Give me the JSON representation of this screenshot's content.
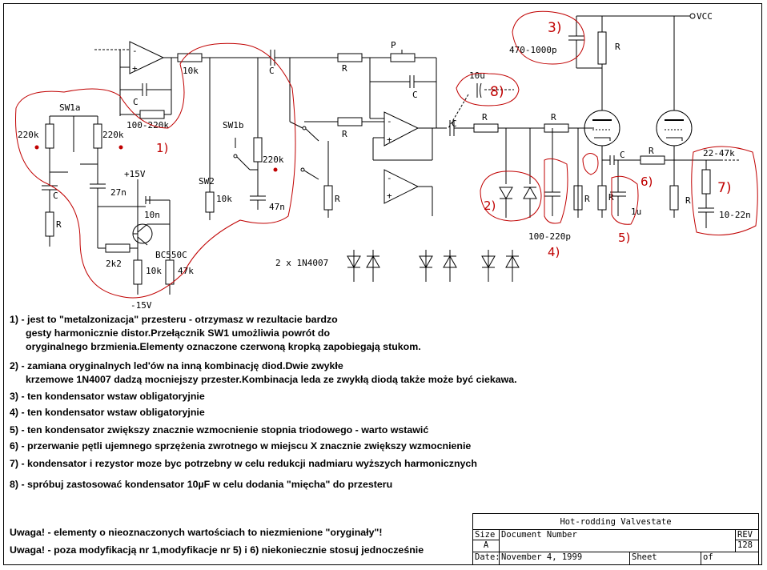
{
  "schematic": {
    "labels": {
      "r_10k_a": "10k",
      "c_out": "C",
      "r_a": "R",
      "p": "P",
      "c_b": "C",
      "c_fb": "C",
      "r_fb": "100-220k",
      "sw1a": "SW1a",
      "r_220k_1": "220k",
      "r_220k_2": "220k",
      "c_in": "C",
      "r_in": "R",
      "c_27n": "27n",
      "plus15": "+15V",
      "c_10n": "10n",
      "r_2k2": "2k2",
      "r_10k_e": "10k",
      "r_47k": "47k",
      "transistor": "BC550C",
      "minus15": "-15V",
      "sw1b": "SW1b",
      "sw2": "SW2",
      "r_10k_b": "10k",
      "r_220k_3": "220k",
      "c_47n": "47n",
      "r_sw2": "R",
      "r_b": "R",
      "c_10u": "10u",
      "c_op_out": "C",
      "r_c": "R",
      "r_d": "R",
      "r_vcc": "R",
      "vcc": "VCC",
      "c_470": "470-1000p",
      "c_tube": "C",
      "r_tube": "R",
      "r_k1": "R",
      "r_k2": "R",
      "r_k3": "R",
      "c_1u": "1u",
      "c_100": "100-220p",
      "r_22_47": "22-47k",
      "c_10_22": "10-22n",
      "diodes": "2 x 1N4007"
    },
    "annotations": [
      "1)",
      "2)",
      "3)",
      "4)",
      "5)",
      "6)",
      "7)",
      "8)"
    ],
    "ink_color": "#c00000"
  },
  "notes": [
    {
      "num": "1)",
      "line1": "1) - jest to \"metalzonizacja\" przesteru - otrzymasz w rezultacie bardzo",
      "line2": "gesty harmonicznie distor.Przełącznik SW1 umożliwia powrót do",
      "line3": "oryginalnego brzmienia.Elementy oznaczone czerwoną kropką zapobiegają stukom."
    },
    {
      "num": "2)",
      "line1": "2) - zamiana oryginalnych led'ów na inną kombinację diod.Dwie zwykłe",
      "line2": "krzemowe 1N4007 dadzą mocniejszy przester.Kombinacja leda ze zwykłą diodą także może być ciekawa."
    },
    {
      "num": "3)",
      "line1": "3) - ten kondensator wstaw obligatoryjnie"
    },
    {
      "num": "4)",
      "line1": "4) - ten kondensator wstaw obligatoryjnie"
    },
    {
      "num": "5)",
      "line1": "5) - ten kondensator zwiększy znacznie wzmocnienie stopnia triodowego - warto wstawić"
    },
    {
      "num": "6)",
      "line1": "6) - przerwanie pętli ujemnego sprzężenia zwrotnego w miejscu X znacznie zwiększy wzmocnienie"
    },
    {
      "num": "7)",
      "line1": "7) - kondensator i rezystor moze byc potrzebny w celu redukcji nadmiaru wyższych harmonicznych"
    },
    {
      "num": "8)",
      "line1": "8) - spróbuj zastosować kondensator 10µF w celu dodania \"mięcha\" do przesteru"
    }
  ],
  "warnings": [
    "Uwaga! - elementy o nieoznaczonych wartościach to niezmienione \"oryginały\"!",
    "Uwaga! -  poza modyfikacją nr 1,modyfikacje nr 5) i 6) niekoniecznie stosuj jednocześnie"
  ],
  "titleblock": {
    "title": "Hot-rodding Valvestate",
    "size_label": "Size",
    "size_value": "A",
    "docnum_label": "Document Number",
    "rev_label": "REV",
    "rev_value": "128",
    "date_label": "Date:",
    "date_value": "November  4, 1999",
    "sheet_label": "Sheet",
    "of_label": "of"
  }
}
